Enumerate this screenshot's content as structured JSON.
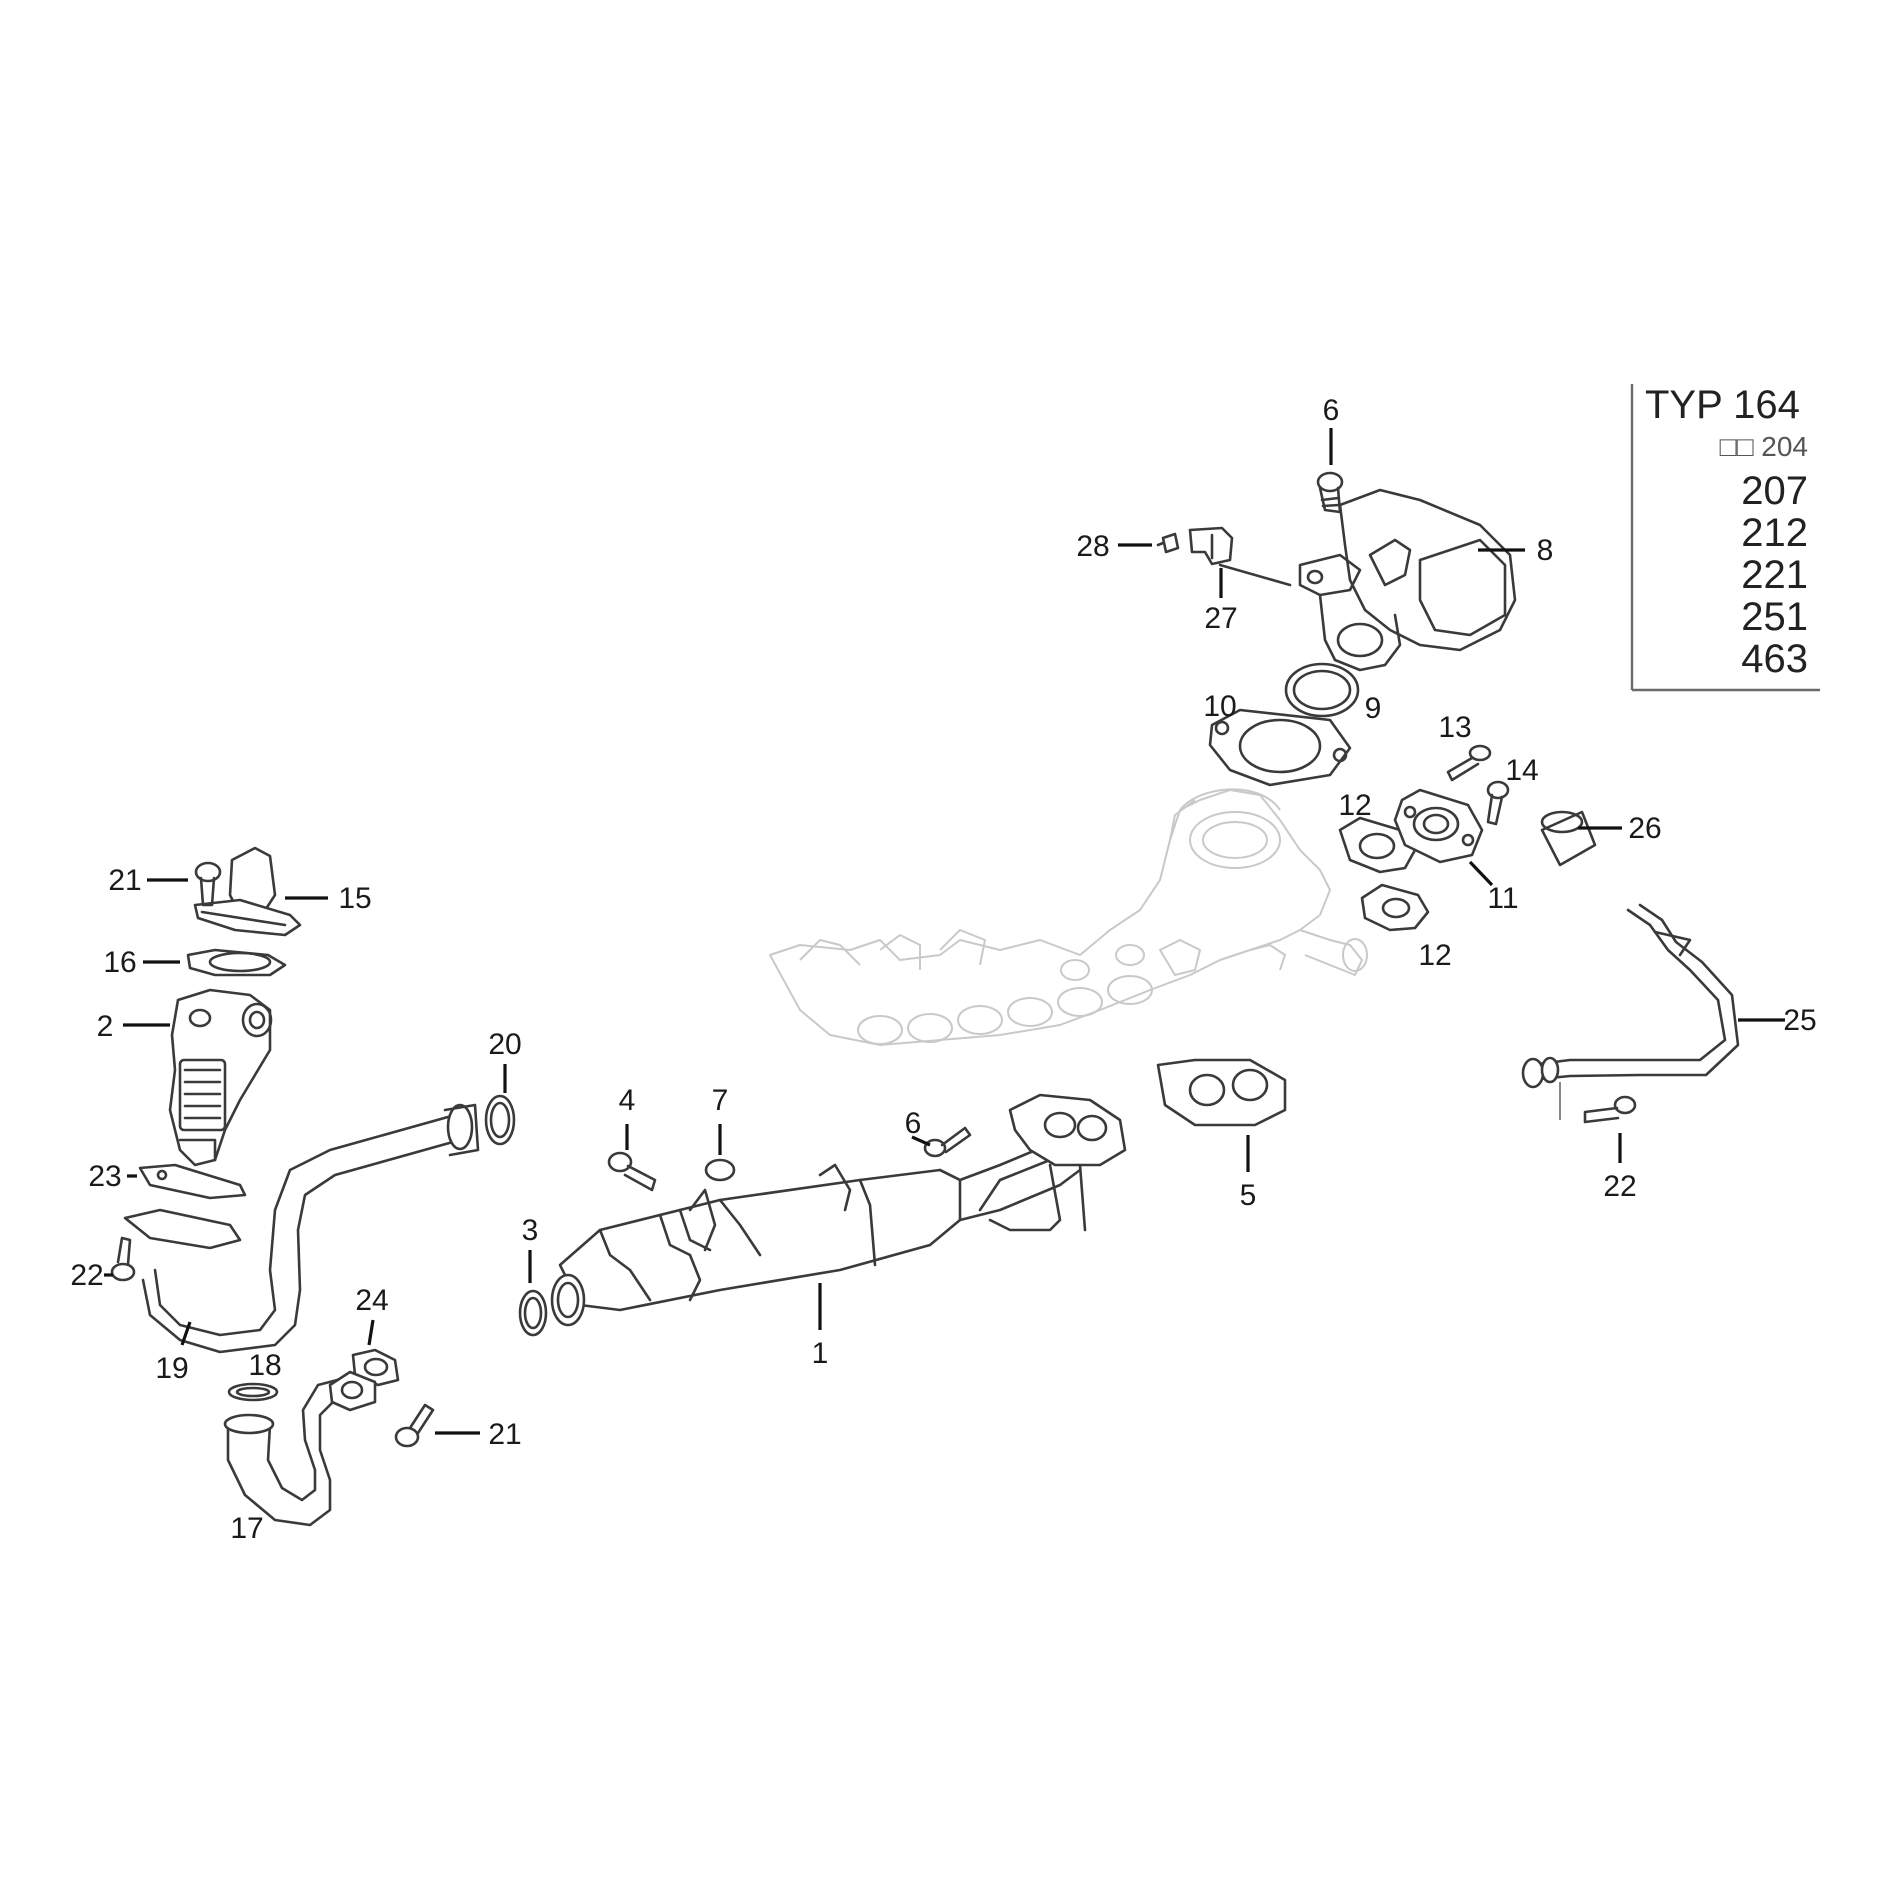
{
  "type_list": {
    "title": "TYP 164",
    "subtitle": "□□ 204",
    "models": [
      "207",
      "212",
      "221",
      "251",
      "463"
    ]
  },
  "callouts": {
    "c1": "1",
    "c2": "2",
    "c3": "3",
    "c4": "4",
    "c5": "5",
    "c6a": "6",
    "c6b": "6",
    "c7": "7",
    "c8": "8",
    "c9": "9",
    "c10": "10",
    "c11": "11",
    "c12a": "12",
    "c12b": "12",
    "c13": "13",
    "c14": "14",
    "c15": "15",
    "c16": "16",
    "c17": "17",
    "c18": "18",
    "c19": "19",
    "c20": "20",
    "c21a": "21",
    "c21b": "21",
    "c22a": "22",
    "c22b": "22",
    "c23": "23",
    "c24": "24",
    "c25": "25",
    "c26": "26",
    "c27": "27",
    "c28": "28"
  }
}
